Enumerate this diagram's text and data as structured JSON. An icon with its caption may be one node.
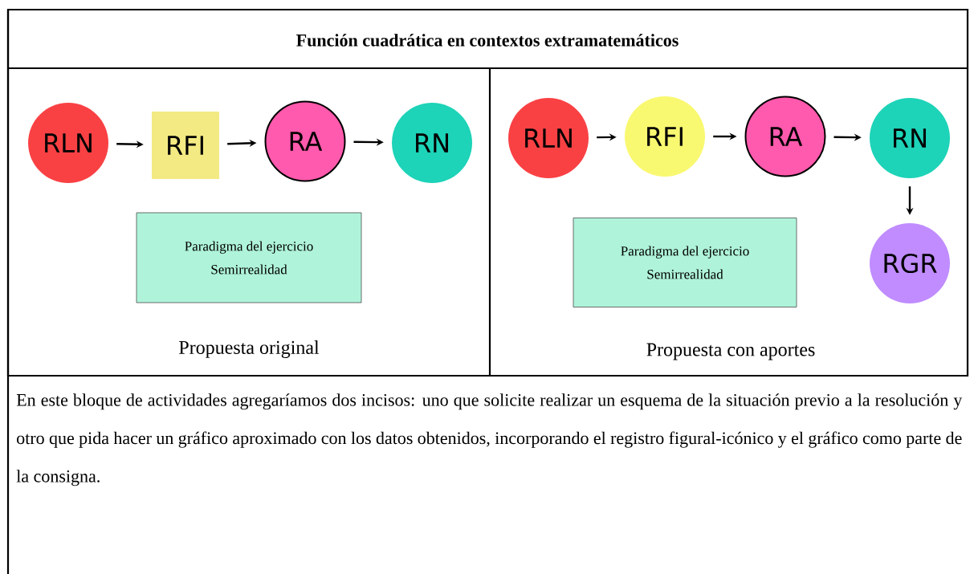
{
  "diagram": {
    "title": "Función cuadrática en contextos extramatemáticos",
    "nodes": [
      {
        "text": [
          "RLN"
        ]
      },
      {
        "text": [
          "RFI"
        ]
      },
      {
        "text": [
          "RA"
        ]
      },
      {
        "text": [
          "RN"
        ]
      },
      {
        "text": [
          "Paradigma del ejercicio",
          "Semirrealidad"
        ]
      },
      {
        "text": [
          "RLN"
        ]
      },
      {
        "text": [
          "RFI"
        ]
      },
      {
        "text": [
          "RA"
        ]
      },
      {
        "text": [
          "RN"
        ]
      },
      {
        "text": [
          "RGR"
        ]
      },
      {
        "text": [
          "Paradigma del ejercicio",
          "Semirrealidad"
        ]
      }
    ],
    "edges": [
      {
        "from": 0,
        "to": 1,
        "arrow": "to"
      },
      {
        "from": 1,
        "to": 2,
        "arrow": "to"
      },
      {
        "from": 2,
        "to": 3,
        "arrow": "to"
      },
      {
        "from": 5,
        "to": 6,
        "arrow": "to"
      },
      {
        "from": 6,
        "to": 7,
        "arrow": "to"
      },
      {
        "from": 7,
        "to": 8,
        "arrow": "to"
      },
      {
        "from": 8,
        "to": 9,
        "arrow": "to"
      }
    ],
    "labels": [
      "Propuesta original",
      "Propuesta con aportes",
      "En este bloque de actividades agregaríamos dos incisos: uno que solicite realizar un esquema de la situación previo a la resolución y otro que pida hacer un gráfico aproximado con los datos obtenidos, incorporando el registro figural-icónico y el gráfico como parte de la consigna."
    ]
  }
}
